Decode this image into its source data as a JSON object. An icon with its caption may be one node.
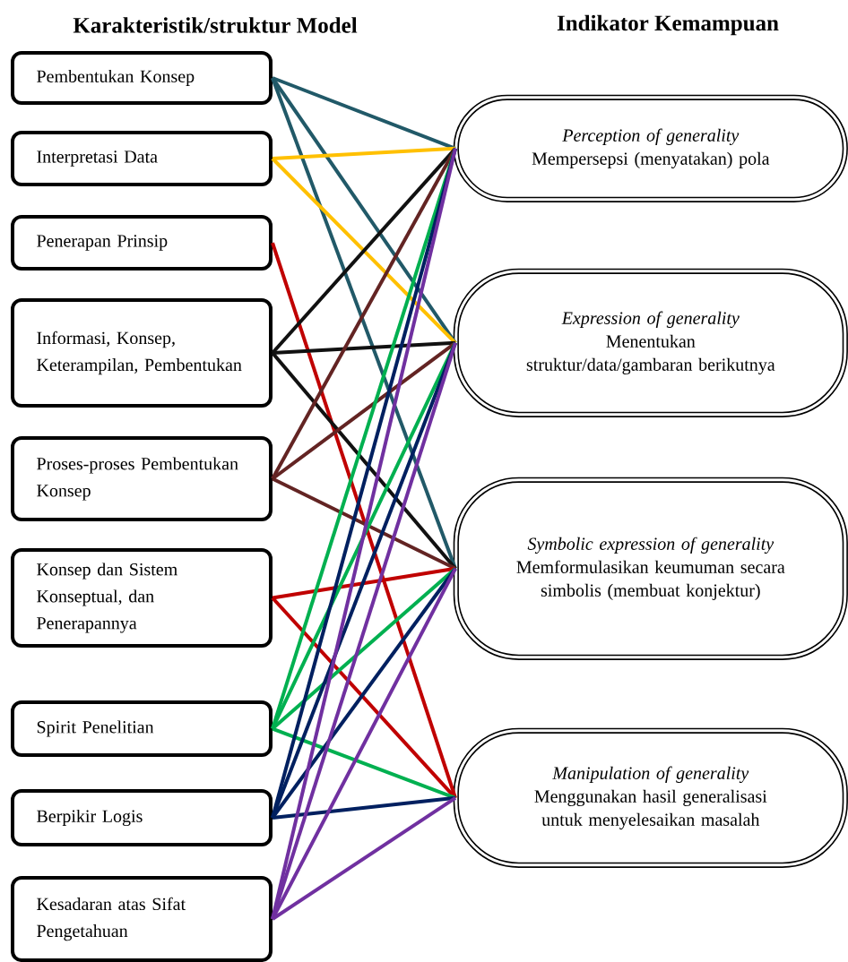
{
  "diagram": {
    "nodes": [
      {
        "text": [
          "Pembentukan Konsep"
        ]
      },
      {
        "text": [
          "Interpretasi Data"
        ]
      },
      {
        "text": [
          "Penerapan Prinsip"
        ]
      },
      {
        "text": [
          "Informasi, Konsep, Keterampilan, Pembentukan"
        ]
      },
      {
        "text": [
          "Proses-proses Pembentukan Konsep"
        ]
      },
      {
        "text": [
          "Konsep dan Sistem Konseptual, dan Penerapannya"
        ]
      },
      {
        "text": [
          "Spirit Penelitian"
        ]
      },
      {
        "text": [
          "Berpikir Logis"
        ]
      },
      {
        "text": [
          "Kesadaran atas Sifat Pengetahuan"
        ]
      },
      {
        "text": [
          "Perception of generality",
          "Mempersepsi (menyatakan) pola"
        ]
      },
      {
        "text": [
          "Expression of generality",
          "Menentukan struktur/data/gambaran berikutnya"
        ]
      },
      {
        "text": [
          "Symbolic expression of generality",
          "Memformulasikan keumuman secara simbolis (membuat konjektur)"
        ]
      },
      {
        "text": [
          "Manipulation of generality",
          "Menggunakan hasil generalisasi untuk menyelesaikan masalah"
        ]
      }
    ],
    "edges": [
      {
        "from": 0,
        "to": 9,
        "arrow": "none",
        "color": "#215968"
      },
      {
        "from": 0,
        "to": 10,
        "arrow": "none",
        "color": "#215968"
      },
      {
        "from": 0,
        "to": 11,
        "arrow": "none",
        "color": "#215968"
      },
      {
        "from": 1,
        "to": 9,
        "arrow": "none",
        "color": "#ffc000"
      },
      {
        "from": 1,
        "to": 10,
        "arrow": "none",
        "color": "#ffc000"
      },
      {
        "from": 2,
        "to": 12,
        "arrow": "none",
        "color": "#c00000"
      },
      {
        "from": 3,
        "to": 9,
        "arrow": "none",
        "color": "#111111"
      },
      {
        "from": 3,
        "to": 10,
        "arrow": "none",
        "color": "#111111"
      },
      {
        "from": 3,
        "to": 11,
        "arrow": "none",
        "color": "#111111"
      },
      {
        "from": 4,
        "to": 9,
        "arrow": "none",
        "color": "#632423"
      },
      {
        "from": 4,
        "to": 10,
        "arrow": "none",
        "color": "#632423"
      },
      {
        "from": 4,
        "to": 11,
        "arrow": "none",
        "color": "#632423"
      },
      {
        "from": 5,
        "to": 11,
        "arrow": "none",
        "color": "#c00000"
      },
      {
        "from": 5,
        "to": 12,
        "arrow": "none",
        "color": "#c00000"
      },
      {
        "from": 6,
        "to": 9,
        "arrow": "none",
        "color": "#00b050"
      },
      {
        "from": 6,
        "to": 10,
        "arrow": "none",
        "color": "#00b050"
      },
      {
        "from": 6,
        "to": 11,
        "arrow": "none",
        "color": "#00b050"
      },
      {
        "from": 6,
        "to": 12,
        "arrow": "none",
        "color": "#00b050"
      },
      {
        "from": 7,
        "to": 9,
        "arrow": "none",
        "color": "#002060"
      },
      {
        "from": 7,
        "to": 10,
        "arrow": "none",
        "color": "#002060"
      },
      {
        "from": 7,
        "to": 11,
        "arrow": "none",
        "color": "#002060"
      },
      {
        "from": 7,
        "to": 12,
        "arrow": "none",
        "color": "#002060"
      },
      {
        "from": 8,
        "to": 9,
        "arrow": "none",
        "color": "#7030a0"
      },
      {
        "from": 8,
        "to": 10,
        "arrow": "none",
        "color": "#7030a0"
      },
      {
        "from": 8,
        "to": 11,
        "arrow": "none",
        "color": "#7030a0"
      },
      {
        "from": 8,
        "to": 12,
        "arrow": "none",
        "color": "#7030a0"
      }
    ],
    "labels": [
      "Karakteristik/struktur Model",
      "Indikator Kemampuan"
    ]
  }
}
